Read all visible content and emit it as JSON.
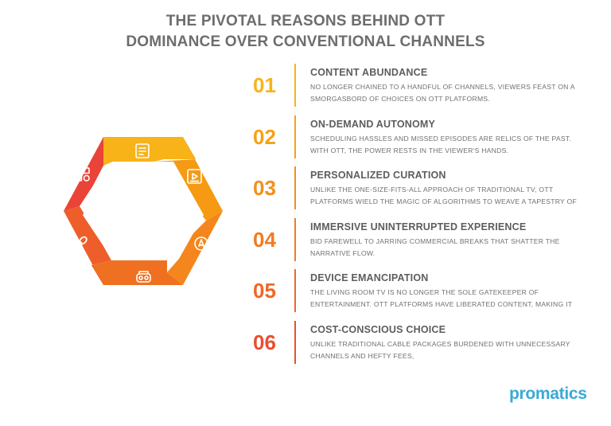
{
  "title": {
    "line1": "THE PIVOTAL REASONS BEHIND OTT",
    "line2": "DOMINANCE OVER CONVENTIONAL CHANNELS"
  },
  "items": [
    {
      "number": "01",
      "title": "CONTENT ABUNDANCE",
      "description": "No longer chained to a handful of channels, viewers feast on a smorgasbord of choices on OTT platforms.",
      "color": "#f7b318"
    },
    {
      "number": "02",
      "title": "ON-DEMAND AUTONOMY",
      "description": "Scheduling hassles and missed episodes are relics of the past. With OTT, the power rests in the viewer's hands.",
      "color": "#f6a114"
    },
    {
      "number": "03",
      "title": "PERSONALIZED CURATION",
      "description": "Unlike the one-size-fits-all approach of traditional TV, OTT platforms wield the magic of algorithms to weave a tapestry of",
      "color": "#f48f1c"
    },
    {
      "number": "04",
      "title": "IMMERSIVE UNINTERRUPTED EXPERIENCE",
      "description": "Bid farewell to jarring commercial breaks that shatter the narrative flow.",
      "color": "#f27b22"
    },
    {
      "number": "05",
      "title": "DEVICE EMANCIPATION",
      "description": "The living room TV is no longer the sole gatekeeper of entertainment. OTT platforms have liberated content, making it",
      "color": "#ef6727"
    },
    {
      "number": "06",
      "title": "COST-CONSCIOUS CHOICE",
      "description": "Unlike traditional cable packages burdened with unnecessary channels and hefty fees,",
      "color": "#ea4f2f"
    }
  ],
  "hexagon": {
    "segments": [
      {
        "icon": "document-icon",
        "color": "#f7b318"
      },
      {
        "icon": "video-player-icon",
        "color": "#f59a12"
      },
      {
        "icon": "compass-icon",
        "color": "#f4861d"
      },
      {
        "icon": "vr-headset-icon",
        "color": "#f07022"
      },
      {
        "icon": "chain-link-icon",
        "color": "#ee5e2a"
      },
      {
        "icon": "apps-grid-icon",
        "color": "#ea4338"
      }
    ]
  },
  "logo": "promatics"
}
